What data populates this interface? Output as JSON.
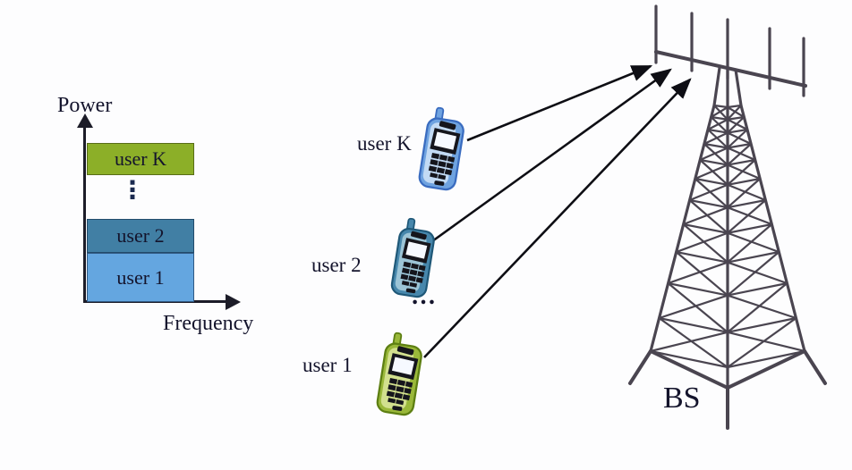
{
  "theme": {
    "ink": "#14142c",
    "arrow": "#0e0e14",
    "tower": "#4a4550",
    "bg": "#fdfdfe"
  },
  "chart": {
    "type": "stacked-power-frequency-diagram",
    "y_axis_label": "Power",
    "x_axis_label": "Frequency",
    "vertical_ellipsis": "⋮",
    "blocks": [
      {
        "label": "user K",
        "color": "#8caf28"
      },
      {
        "label": "user 2",
        "color": "#417fa4"
      },
      {
        "label": "user 1",
        "color": "#64a6e0"
      }
    ]
  },
  "devices": [
    {
      "label": "user K",
      "phone": {
        "dark": "#3a6cc0",
        "body": "#6fa3e0",
        "light": "#c2daf4"
      }
    },
    {
      "label": "user 2",
      "phone": {
        "dark": "#1f5878",
        "body": "#4787ac",
        "light": "#9cc4d6"
      }
    },
    {
      "label": "user 1",
      "phone": {
        "dark": "#5d7f12",
        "body": "#9ab83a",
        "light": "#d2e08e"
      }
    }
  ],
  "devices_ellipsis": "…",
  "base_station": {
    "label": "BS"
  },
  "uplink_arrows": {
    "count": 3
  }
}
